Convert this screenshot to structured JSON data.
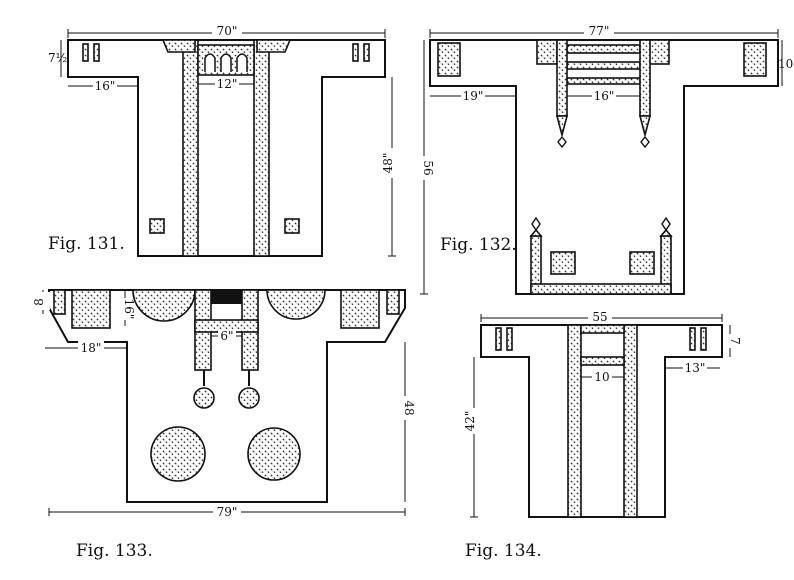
{
  "figures": [
    {
      "caption": "Fig. 131.",
      "dimensions": {
        "width": "70\"",
        "collar_height": "7½",
        "sleeve": "16\"",
        "yoke": "12\"",
        "length": "48\""
      }
    },
    {
      "caption": "Fig. 132.",
      "dimensions": {
        "width": "77\"",
        "collar_height": "10",
        "sleeve": "19\"",
        "yoke": "16\"",
        "length": "56"
      }
    },
    {
      "caption": "Fig. 133.",
      "dimensions": {
        "collar_height": "8",
        "yoke_depth": "16\"",
        "sleeve": "18\"",
        "yoke": "6\"",
        "length": "48",
        "width": "79\""
      }
    },
    {
      "caption": "Fig. 134.",
      "dimensions": {
        "width": "55",
        "collar_height": "7",
        "yoke": "10",
        "sleeve": "13\"",
        "length": "42\""
      }
    }
  ],
  "colors": {
    "ink": "#111111",
    "paper": "#ffffff"
  }
}
